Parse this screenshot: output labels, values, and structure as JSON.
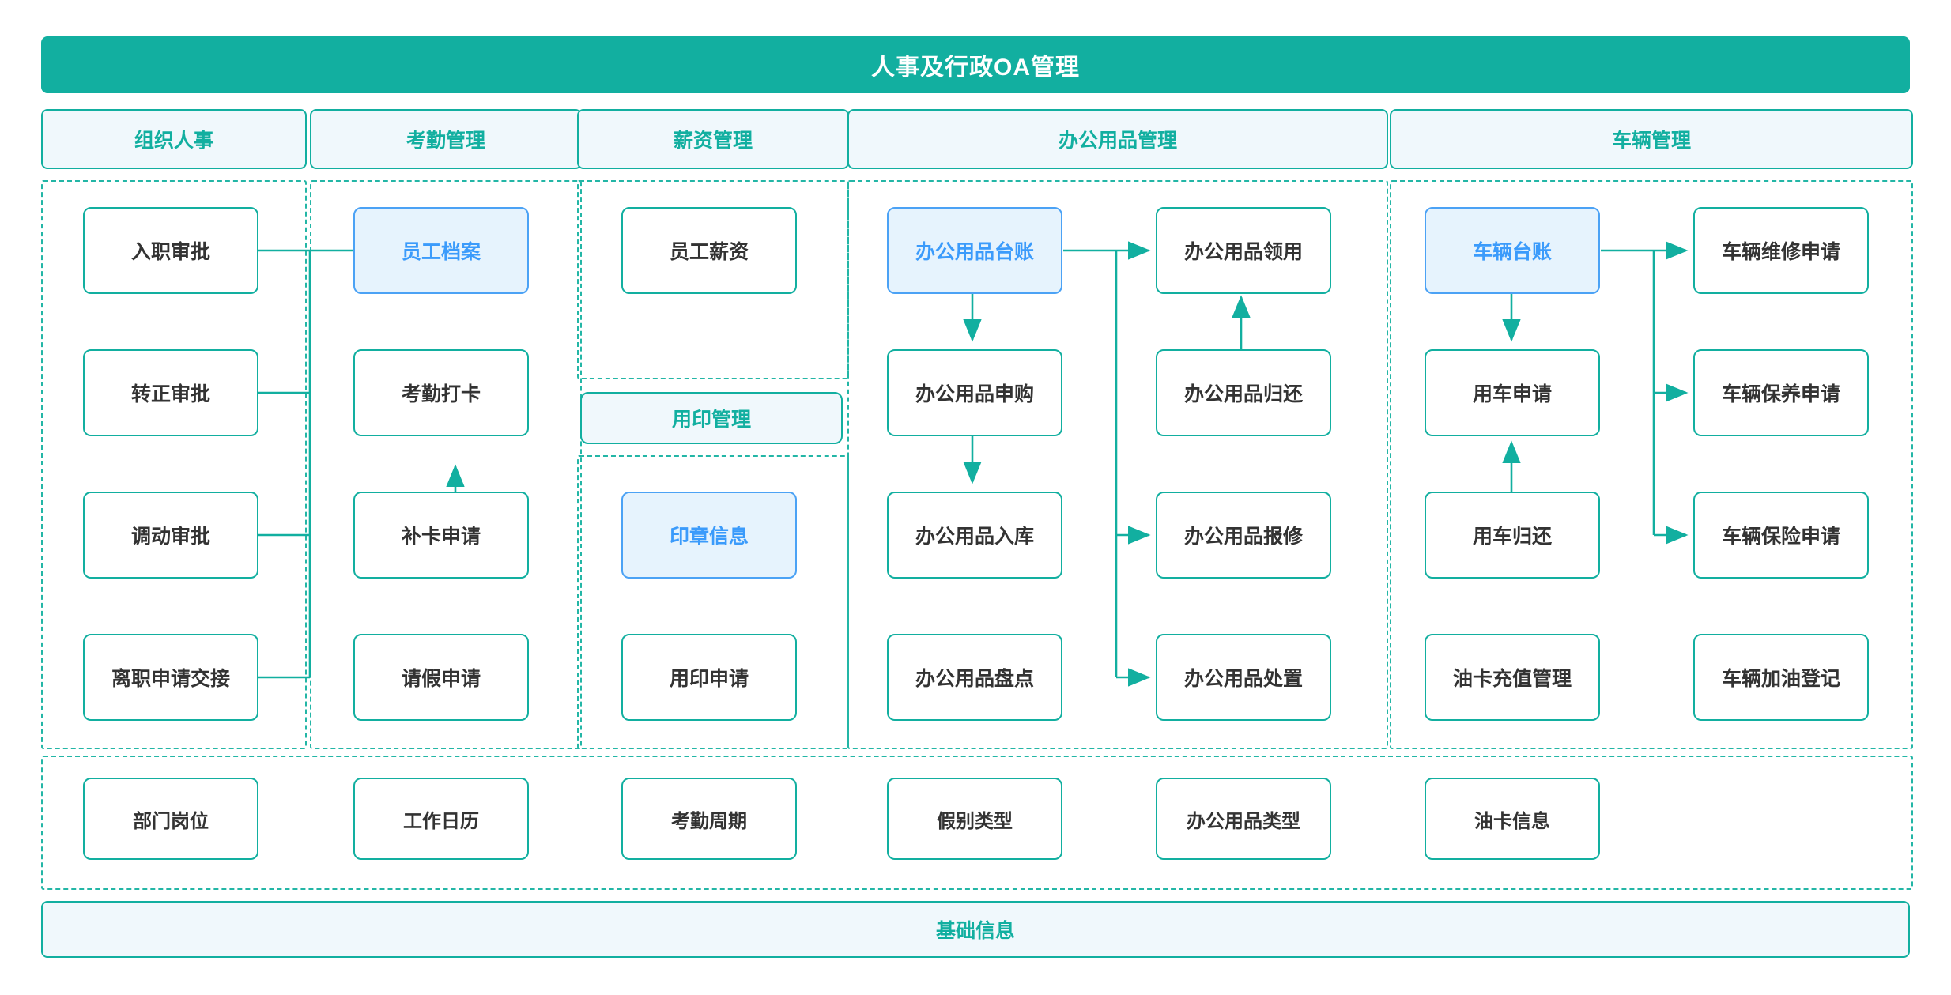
{
  "header": {
    "title": "人事及行政OA管理",
    "bg_color": "#12AFA0"
  },
  "colors": {
    "primary": "#12AFA0",
    "dashed_border": "#23B6A6",
    "highlight_bg": "#E6F3FD",
    "highlight_border": "#4BA2F5",
    "highlight_text": "#3B9BFB",
    "tab_bg": "#F0F8FC",
    "node_text": "#333333"
  },
  "tabs": [
    {
      "label": "组织人事"
    },
    {
      "label": "考勤管理"
    },
    {
      "label": "薪资管理"
    },
    {
      "label": "办公用品管理"
    },
    {
      "label": "车辆管理"
    }
  ],
  "columns": {
    "org_hr": {
      "nodes": [
        {
          "label": "入职审批",
          "highlighted": false
        },
        {
          "label": "转正审批",
          "highlighted": false
        },
        {
          "label": "调动审批",
          "highlighted": false
        },
        {
          "label": "离职申请交接",
          "highlighted": false
        }
      ]
    },
    "attendance": {
      "nodes": [
        {
          "label": "员工档案",
          "highlighted": true
        },
        {
          "label": "考勤打卡",
          "highlighted": false
        },
        {
          "label": "补卡申请",
          "highlighted": false
        },
        {
          "label": "请假申请",
          "highlighted": false
        }
      ]
    },
    "salary": {
      "nodes": [
        {
          "label": "员工薪资",
          "highlighted": false
        }
      ],
      "sub_section_title": "用印管理",
      "sub_nodes": [
        {
          "label": "印章信息",
          "highlighted": true
        },
        {
          "label": "用印申请",
          "highlighted": false
        }
      ]
    },
    "office_supplies": {
      "left_nodes": [
        {
          "label": "办公用品台账",
          "highlighted": true
        },
        {
          "label": "办公用品申购",
          "highlighted": false
        },
        {
          "label": "办公用品入库",
          "highlighted": false
        },
        {
          "label": "办公用品盘点",
          "highlighted": false
        }
      ],
      "right_nodes": [
        {
          "label": "办公用品领用",
          "highlighted": false
        },
        {
          "label": "办公用品归还",
          "highlighted": false
        },
        {
          "label": "办公用品报修",
          "highlighted": false
        },
        {
          "label": "办公用品处置",
          "highlighted": false
        }
      ]
    },
    "vehicle": {
      "left_nodes": [
        {
          "label": "车辆台账",
          "highlighted": true
        },
        {
          "label": "用车申请",
          "highlighted": false
        },
        {
          "label": "用车归还",
          "highlighted": false
        },
        {
          "label": "油卡充值管理",
          "highlighted": false
        }
      ],
      "right_nodes": [
        {
          "label": "车辆维修申请",
          "highlighted": false
        },
        {
          "label": "车辆保养申请",
          "highlighted": false
        },
        {
          "label": "车辆保险申请",
          "highlighted": false
        },
        {
          "label": "车辆加油登记",
          "highlighted": false
        }
      ]
    }
  },
  "basic_info": {
    "footer_label": "基础信息",
    "nodes": [
      {
        "label": "部门岗位"
      },
      {
        "label": "工作日历"
      },
      {
        "label": "考勤周期"
      },
      {
        "label": "假别类型"
      },
      {
        "label": "办公用品类型"
      },
      {
        "label": "油卡信息"
      }
    ]
  }
}
